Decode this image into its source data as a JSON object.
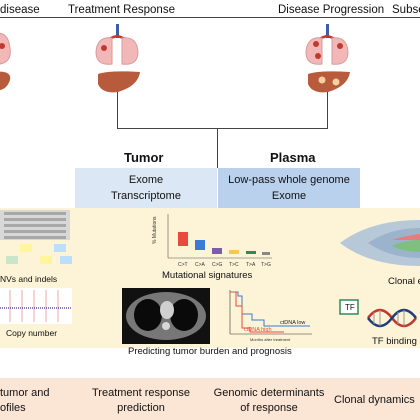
{
  "stages": [
    "disease",
    "Treatment Response",
    "Disease Progression",
    "Subse"
  ],
  "tumor": {
    "title": "Tumor",
    "line1": "Exome",
    "line2": "Transcriptome"
  },
  "plasma": {
    "title": "Plasma",
    "line1": "Low-pass whole genome",
    "line2": "Exome"
  },
  "panels": {
    "snv": "NVs and indels",
    "cn": "Copy number",
    "sig": "Mutational signatures",
    "sig_ylabel": "% Mutations",
    "sig_x": [
      "C>T",
      "C>A",
      "C>G",
      "T>C",
      "T>A",
      "T>G"
    ],
    "tumor_burden": "Predicting tumor burden and prognosis",
    "km_low": "ctDNA low",
    "km_high": "ctDNA high",
    "km_xlabel": "Months after treatment",
    "clonal": "Clonal e",
    "tf": "TF binding",
    "tf_box": "TF"
  },
  "bottom": {
    "b1a": "tumor and",
    "b1b": "ofiles",
    "b2a": "Treatment response",
    "b2b": "prediction",
    "b3a": "Genomic determinants",
    "b3b": "of response",
    "b4": "Clonal dynamics"
  },
  "colors": {
    "tumor_box": "#dbe7f4",
    "plasma_box": "#b9d1ec",
    "panel_bg": "#fdf3d6",
    "bottom_bg": "#fbe6d6"
  }
}
